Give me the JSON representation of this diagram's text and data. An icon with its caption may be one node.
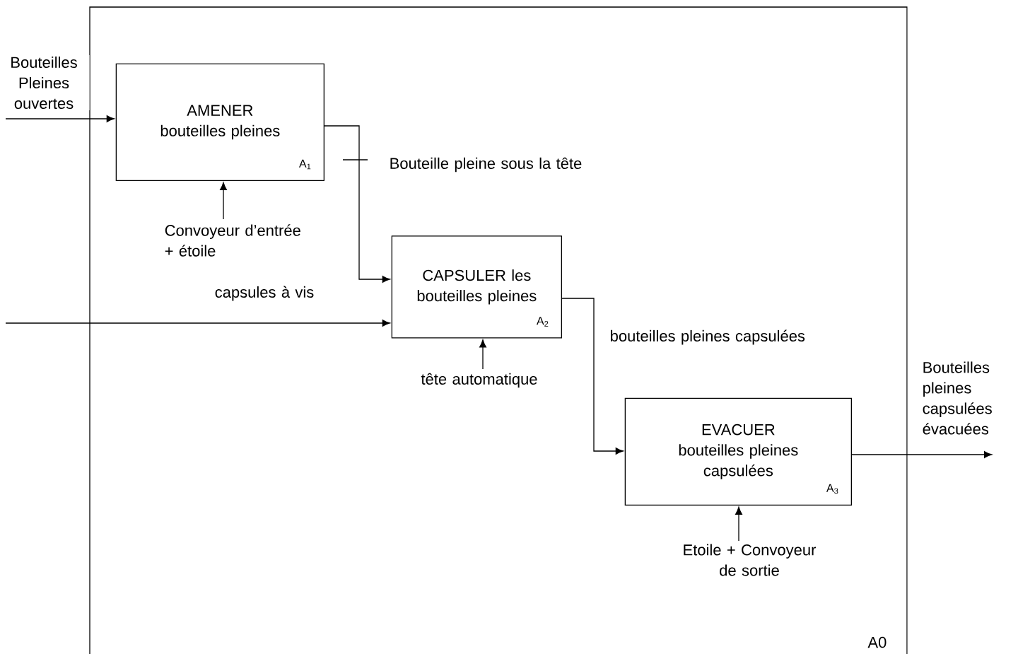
{
  "diagram": {
    "nodes": [
      {
        "text": [
          "A0"
        ]
      },
      {
        "text": [
          "AMENER",
          "bouteilles pleines",
          "A$_{1}$"
        ],
        "in": 0
      },
      {
        "text": [
          "CAPSULER les bouteilles pleines",
          "A$_{2}$"
        ],
        "in": 0
      },
      {
        "text": [
          "EVACUER",
          "bouteilles pleines capsulées",
          "A$_{3}$"
        ],
        "in": 0
      }
    ],
    "edges": [
      {
        "from": null,
        "to": 1,
        "arrow": "to",
        "label": "Bouteilles Pleines ouvertes"
      },
      {
        "from": 1,
        "to": 2,
        "arrow": "to",
        "label": "Bouteille pleine sous la tête"
      },
      {
        "from": null,
        "to": 2,
        "arrow": "to",
        "label": "capsules à vis"
      },
      {
        "from": null,
        "to": 1,
        "arrow": "to",
        "label": "Convoyeur d’entrée + étoile"
      },
      {
        "from": null,
        "to": 2,
        "arrow": "to",
        "label": "tête  automatique"
      },
      {
        "from": 2,
        "to": 3,
        "arrow": "to",
        "label": "bouteilles pleines capsulées"
      },
      {
        "from": null,
        "to": 3,
        "arrow": "to",
        "label": "Etoile + Convoyeur de sortie"
      },
      {
        "from": 3,
        "to": null,
        "arrow": "to",
        "label": "Bouteilles pleines capsulées évacuées"
      }
    ]
  }
}
